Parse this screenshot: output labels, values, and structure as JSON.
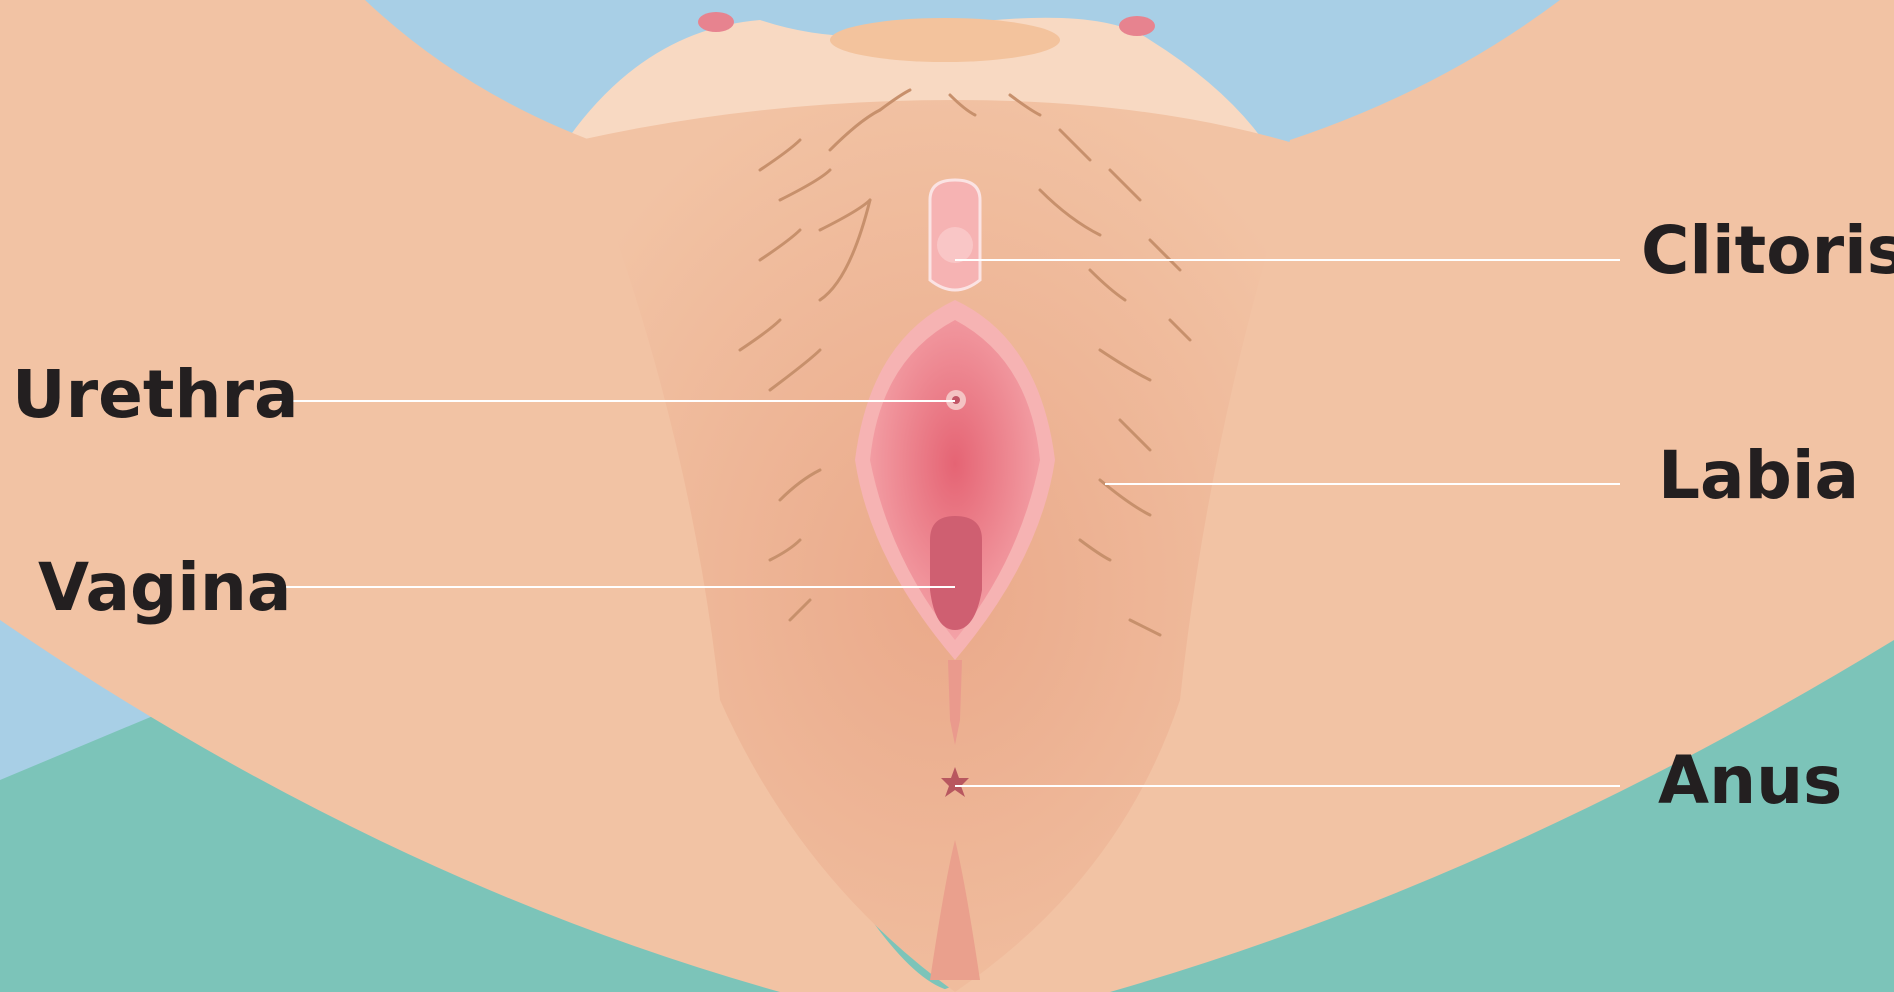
{
  "labels": {
    "clitoris": "Clitoris",
    "urethra": "Urethra",
    "labia": "Labia",
    "vagina": "Vagina",
    "anus": "Anus"
  },
  "colors": {
    "sky": "#a8cfe6",
    "teal": "#7cc4b9",
    "skin": "#f2c3a4",
    "skin_dark": "#eab394",
    "belly": "#f8d9c2",
    "pink_outer": "#f6b3b3",
    "pink_inner": "#ea7e88",
    "vagina": "#cf5f71",
    "hair": "#c7906c",
    "leader_line": "#ffffff",
    "label_text": "#231f20"
  }
}
